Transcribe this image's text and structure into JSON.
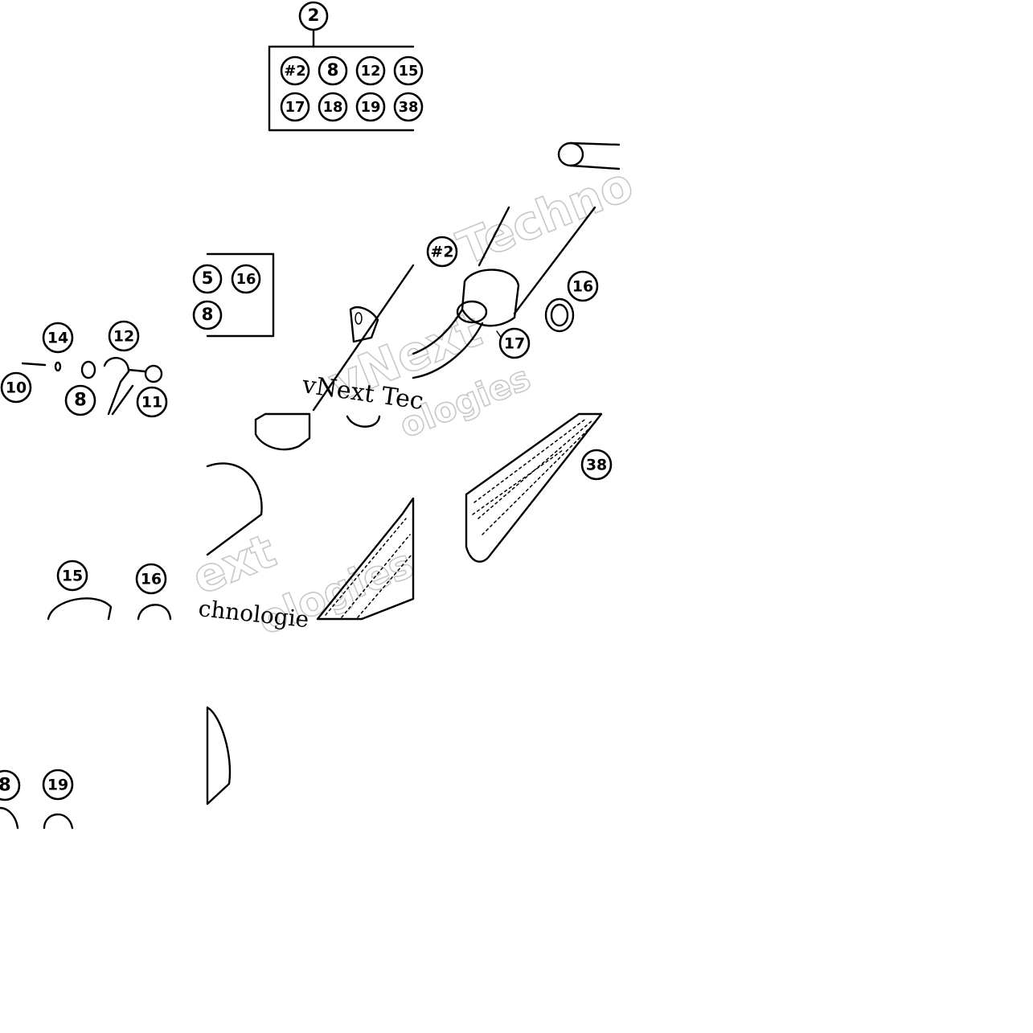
{
  "kit": {
    "label": "2",
    "contents": [
      "#2",
      "8",
      "12",
      "15",
      "17",
      "18",
      "19",
      "38"
    ],
    "partial_contents": [
      "5",
      "16",
      "8"
    ]
  },
  "callouts": {
    "c1": "14",
    "c2": "12",
    "c3": "10",
    "c4": "8",
    "c5": "11",
    "c6": "#2",
    "c7": "16",
    "c8": "17",
    "c9": "38",
    "c10": "15",
    "c11": "16",
    "c12": "8",
    "c13": "19"
  },
  "watermark": {
    "brand_top": "Techno",
    "brand_mid": "vNext",
    "brand_mid2": "ologies",
    "brand_low1": "ext",
    "brand_low2": "ologies",
    "caption": "vNext Tec",
    "caption2": "chnologie"
  }
}
